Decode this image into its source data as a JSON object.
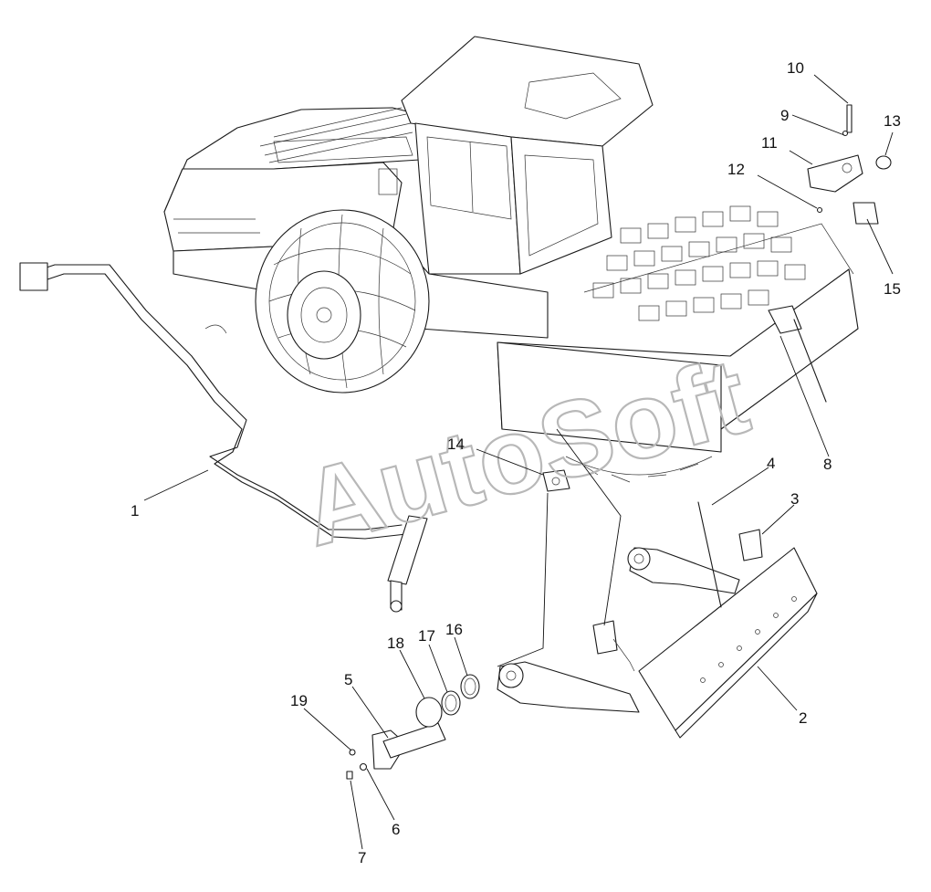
{
  "watermark": "AutoSoft",
  "callouts": [
    {
      "id": "c1",
      "label": "1"
    },
    {
      "id": "c2",
      "label": "2"
    },
    {
      "id": "c3",
      "label": "3"
    },
    {
      "id": "c4",
      "label": "4"
    },
    {
      "id": "c5",
      "label": "5"
    },
    {
      "id": "c6",
      "label": "6"
    },
    {
      "id": "c7",
      "label": "7"
    },
    {
      "id": "c8",
      "label": "8"
    },
    {
      "id": "c9",
      "label": "9"
    },
    {
      "id": "c10",
      "label": "10"
    },
    {
      "id": "c11",
      "label": "11"
    },
    {
      "id": "c12",
      "label": "12"
    },
    {
      "id": "c13",
      "label": "13"
    },
    {
      "id": "c14",
      "label": "14"
    },
    {
      "id": "c15",
      "label": "15"
    },
    {
      "id": "c16",
      "label": "16"
    },
    {
      "id": "c17",
      "label": "17"
    },
    {
      "id": "c18",
      "label": "18"
    },
    {
      "id": "c19",
      "label": "19"
    }
  ]
}
